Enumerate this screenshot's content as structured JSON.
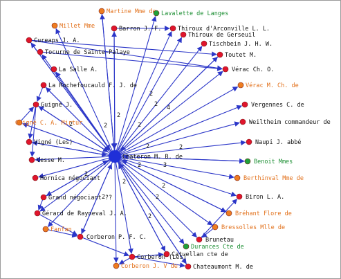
{
  "colors": {
    "edge": "#2b36c8",
    "node_red": "#e0152c",
    "node_orange": "#ee7d20",
    "node_green": "#1fa13a",
    "label_black": "#111111",
    "label_orange": "#e2701a",
    "label_green": "#1d8f34",
    "center": "#1f2fd8"
  },
  "center": {
    "label": "Chateron M. B. de"
  },
  "nodes": [
    {
      "id": "martine",
      "label": "Martine Mme de",
      "type": "orange"
    },
    {
      "id": "lavalette",
      "label": "Lavalette de Langes",
      "type": "green"
    },
    {
      "id": "millet",
      "label": "Millet Mme",
      "type": "orange"
    },
    {
      "id": "barron",
      "label": "Barron J.-F.",
      "type": "red"
    },
    {
      "id": "thiroux_arc",
      "label": "Thiroux d'Arconville L. L.",
      "type": "red"
    },
    {
      "id": "thiroux_ger",
      "label": "Thiroux de Gerseuil",
      "type": "red"
    },
    {
      "id": "cureaps",
      "label": "Cureaps J. A.",
      "type": "red"
    },
    {
      "id": "tischbein",
      "label": "Tischbein J. H. W.",
      "type": "red"
    },
    {
      "id": "tocurne",
      "label": "Tocurne de Sainte-Palaye",
      "type": "red"
    },
    {
      "id": "toutet",
      "label": "Toutet M.",
      "type": "red"
    },
    {
      "id": "lasalle",
      "label": "La Salle A.",
      "type": "red"
    },
    {
      "id": "verac_o",
      "label": "Vérac Ch. O.",
      "type": "red"
    },
    {
      "id": "larochefoucauld",
      "label": "La Rochefoucauld F. J. de",
      "type": "red"
    },
    {
      "id": "verac_mch",
      "label": "Vérac M. Ch. de",
      "type": "orange"
    },
    {
      "id": "vergennes",
      "label": "Vergennes C. de",
      "type": "red"
    },
    {
      "id": "guigne",
      "label": "Guigné J.",
      "type": "red"
    },
    {
      "id": "guigne_cm",
      "label": "Guigné C. A. Mirtur",
      "type": "orange"
    },
    {
      "id": "weiltheim",
      "label": "Weiltheim commandeur de",
      "type": "red"
    },
    {
      "id": "vigne",
      "label": "Vigné (Les)",
      "type": "red"
    },
    {
      "id": "naupi",
      "label": "Naupi J. abbé",
      "type": "red"
    },
    {
      "id": "vesse",
      "label": "Vesse M.",
      "type": "red"
    },
    {
      "id": "benoit",
      "label": "Benoit Mmes",
      "type": "green"
    },
    {
      "id": "hornica",
      "label": "Hornica négociant",
      "type": "red"
    },
    {
      "id": "berthinval",
      "label": "Berthinval Mme de",
      "type": "orange"
    },
    {
      "id": "grand_neg",
      "label": "Grand négociant ??",
      "type": "red"
    },
    {
      "id": "biron",
      "label": "Biron L. A.",
      "type": "red"
    },
    {
      "id": "gerard",
      "label": "Gérard de Rayneval J. A.",
      "type": "red"
    },
    {
      "id": "brehant",
      "label": "Bréhant Flore de",
      "type": "orange"
    },
    {
      "id": "fanfan",
      "label": "Fanfan",
      "type": "orange"
    },
    {
      "id": "bressolles",
      "label": "Bressolles Mlle de",
      "type": "orange"
    },
    {
      "id": "corberon_pfc",
      "label": "Corberon P. F. C.",
      "type": "red"
    },
    {
      "id": "brunetau",
      "label": "Brunetau",
      "type": "red"
    },
    {
      "id": "durances",
      "label": "Durances Cte de",
      "type": "green"
    },
    {
      "id": "catuellan",
      "label": "Catuellan cte de",
      "type": "red"
    },
    {
      "id": "corberon_les",
      "label": "Corberon (Les)",
      "type": "red"
    },
    {
      "id": "corberon_jv",
      "label": "Corberon J. V de",
      "type": "orange"
    },
    {
      "id": "chateaumont",
      "label": "Chateaumont M. de",
      "type": "red"
    }
  ],
  "extra_edges": [
    [
      "cureaps",
      "toutet"
    ],
    [
      "cureaps",
      "verac_o"
    ],
    [
      "tocurne",
      "verac_o"
    ],
    [
      "larochefoucauld",
      "guigne"
    ],
    [
      "guigne",
      "vigne"
    ],
    [
      "guigne",
      "vesse"
    ],
    [
      "guigne_cm",
      "guigne"
    ],
    [
      "barron",
      "thiroux_arc"
    ],
    [
      "gerard",
      "corberon_pfc"
    ],
    [
      "corberon_les",
      "chateaumont"
    ],
    [
      "corberon_les",
      "catuellan"
    ],
    [
      "corberon_les",
      "corberon_jv"
    ],
    [
      "brunetau",
      "biron"
    ],
    [
      "bressolles",
      "brunetau"
    ],
    [
      "corberon_pfc",
      "corberon_les"
    ],
    [
      "fanfan",
      "corberon_pfc"
    ],
    [
      "grand_neg",
      "gerard"
    ]
  ],
  "edge_labels": [
    "2",
    "2",
    "4",
    "2",
    "2",
    "2",
    "2",
    "2",
    "2",
    "2",
    "2",
    "2",
    "3",
    "2",
    "2",
    "2",
    "2"
  ]
}
